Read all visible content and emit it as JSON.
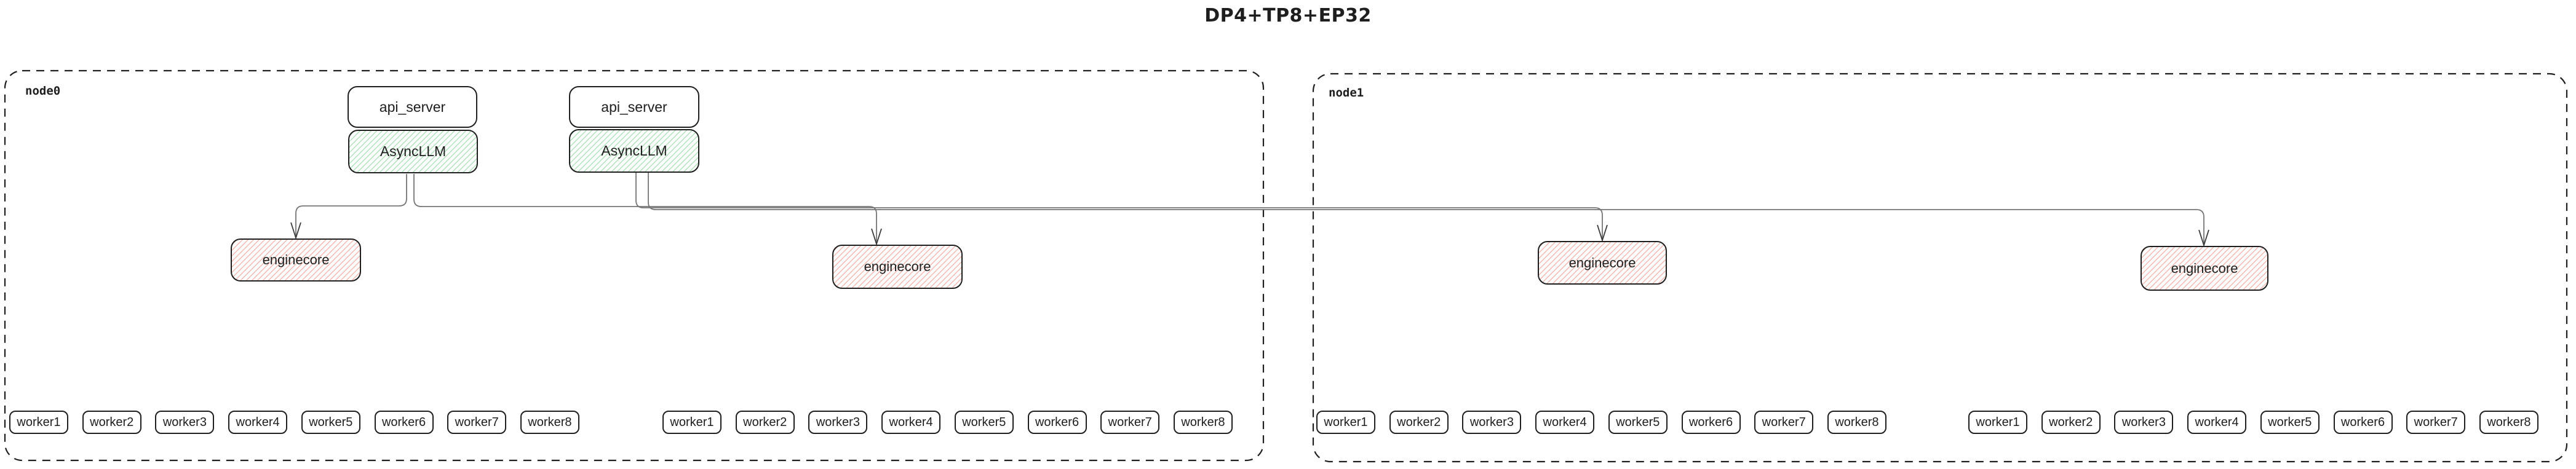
{
  "title": "DP4+TP8+EP32",
  "colors": {
    "box_border": "#1e1e1e",
    "asyncllm_hatch": "#aee3ba",
    "enginecore_hatch": "#f3b8af",
    "connector": "#757575",
    "arrowhead": "#3a3a3a",
    "node_border": "#1e1e1e"
  },
  "nodes": [
    {
      "label": "node0"
    },
    {
      "label": "node1"
    }
  ],
  "server_stacks": [
    {
      "api_server_label": "api_server",
      "asyncllm_label": "AsyncLLM"
    },
    {
      "api_server_label": "api_server",
      "asyncllm_label": "AsyncLLM"
    }
  ],
  "enginecores": [
    {
      "label": "enginecore"
    },
    {
      "label": "enginecore"
    },
    {
      "label": "enginecore"
    },
    {
      "label": "enginecore"
    }
  ],
  "worker_groups": [
    {
      "workers": [
        "worker1",
        "worker2",
        "worker3",
        "worker4",
        "worker5",
        "worker6",
        "worker7",
        "worker8"
      ]
    },
    {
      "workers": [
        "worker1",
        "worker2",
        "worker3",
        "worker4",
        "worker5",
        "worker6",
        "worker7",
        "worker8"
      ]
    },
    {
      "workers": [
        "worker1",
        "worker2",
        "worker3",
        "worker4",
        "worker5",
        "worker6",
        "worker7",
        "worker8"
      ]
    },
    {
      "workers": [
        "worker1",
        "worker2",
        "worker3",
        "worker4",
        "worker5",
        "worker6",
        "worker7",
        "worker8"
      ]
    }
  ]
}
